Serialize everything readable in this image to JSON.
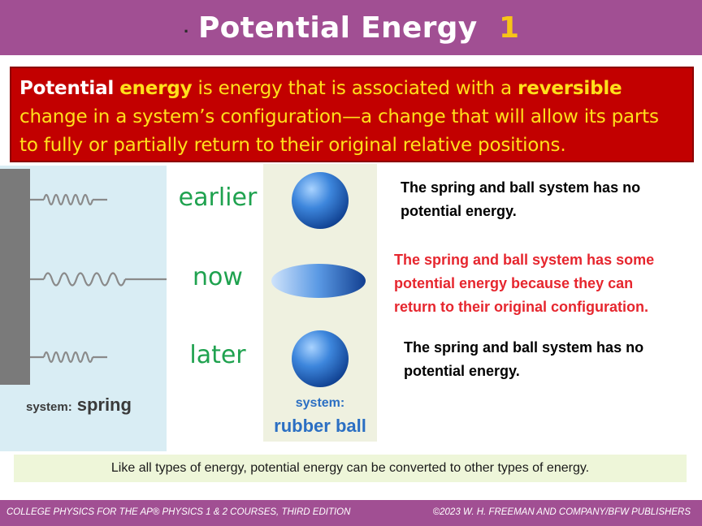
{
  "header": {
    "dot": ".",
    "title": "Potential Energy",
    "slide_number": "1"
  },
  "definition": {
    "line1": {
      "w1": "Potential",
      "w2": "energy",
      "w3": "is energy that is associated with a",
      "w4": "reversible"
    },
    "line2": "change in a system’s configuration—a change that will allow its parts",
    "line3": "to fully or partially return to their original relative positions."
  },
  "spring_panel": {
    "label_small": "system:",
    "label_big": "spring"
  },
  "time_labels": {
    "earlier": "earlier",
    "now": "now",
    "later": "later"
  },
  "ball_panel": {
    "label_small": "system:",
    "label_big": "rubber ball"
  },
  "descriptions": {
    "earlier": {
      "line1": "The spring and ball system has no",
      "line2": "potential energy."
    },
    "now": {
      "line1": "The spring and ball system has some",
      "line2": "potential energy because they can",
      "line3": "return to their original configuration."
    },
    "later": {
      "line1": "The spring and ball system has no",
      "line2": "potential energy."
    }
  },
  "note": "Like all types of energy, potential energy can be converted to other types of energy.",
  "footer": {
    "left": "COLLEGE PHYSICS FOR THE AP® PHYSICS 1 & 2 COURSES, THIRD EDITION",
    "right": "©2023 W. H. FREEMAN AND COMPANY/BFW PUBLISHERS"
  },
  "colors": {
    "header_bg": "#a14f93",
    "title_number": "#f7c417",
    "definition_bg": "#c20000",
    "definition_text": "#ffe01b",
    "time_label": "#1fa24f",
    "ball_label": "#2b6fc3",
    "highlight_text": "#e6262e"
  }
}
